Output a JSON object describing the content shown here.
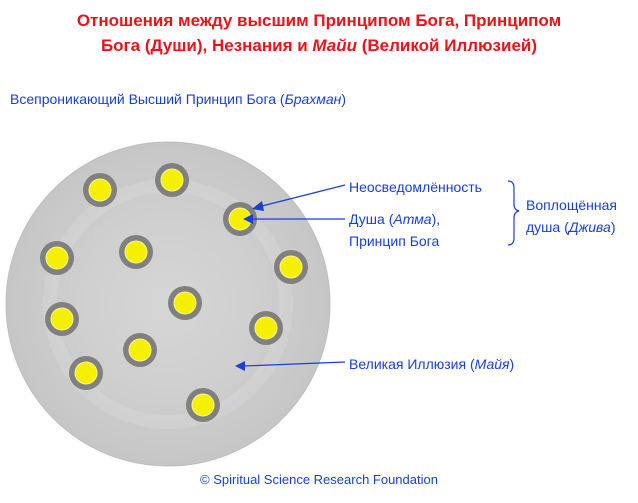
{
  "title": {
    "line1": "Отношения между высшим Принципом Бога, Принципом",
    "line2_a": "Бога (Души), Незнания и ",
    "line2_maya": "Майи",
    "line2_b": " (Великой Иллюзией)"
  },
  "labels": {
    "brahman_a": "Всепроникающий Высший Принцип Бога (",
    "brahman_i": "Брахман",
    "brahman_b": ")",
    "ignorance": "Неосведомлённость",
    "soul_a": "Душа (",
    "soul_i": "Атма",
    "soul_b": "),",
    "soul_line2": "Принцип Бога",
    "embodied_line1": "Воплощённая",
    "embodied_a": "душа (",
    "embodied_i": "Джива",
    "embodied_b": ")",
    "maya_a": "Великая Иллюзия (",
    "maya_i": "Майя",
    "maya_b": ")"
  },
  "copyright": "© Spiritual Science Research Foundation",
  "colors": {
    "title": "#e8141c",
    "label": "#1a3fd4",
    "circle": "#cfcfcf",
    "ring": "#808080",
    "core": "#f5f000"
  }
}
